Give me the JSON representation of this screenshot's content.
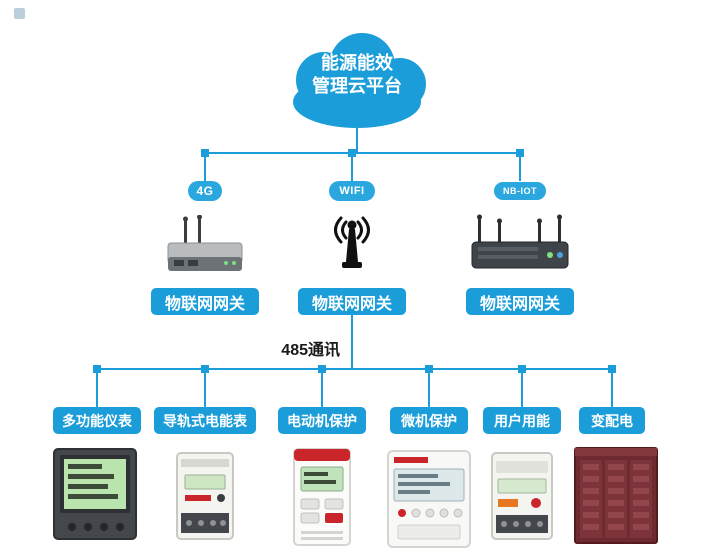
{
  "colors": {
    "primary": "#1b9dd9",
    "badge": "#2aa7de",
    "text_dark": "#1a1a1a"
  },
  "cloud": {
    "title_line1": "能源能效",
    "title_line2": "管理云平台"
  },
  "gateways": [
    {
      "badge": "4G",
      "label": "物联网网关",
      "device_icon": "4g-router"
    },
    {
      "badge": "WIFI",
      "label": "物联网网关",
      "device_icon": "wifi-antenna"
    },
    {
      "badge": "NB-IOT",
      "label": "物联网网关",
      "device_icon": "nb-iot-router"
    }
  ],
  "bus": {
    "label": "485通讯"
  },
  "devices": [
    {
      "label": "多功能仪表",
      "image": "multifunction-meter"
    },
    {
      "label": "导轨式电能表",
      "image": "din-rail-energy-meter"
    },
    {
      "label": "电动机保护",
      "image": "motor-protection-device"
    },
    {
      "label": "微机保护",
      "image": "microcomputer-protection-device"
    },
    {
      "label": "用户用能",
      "image": "user-energy-meter"
    },
    {
      "label": "变配电",
      "image": "distribution-cabinet"
    }
  ]
}
